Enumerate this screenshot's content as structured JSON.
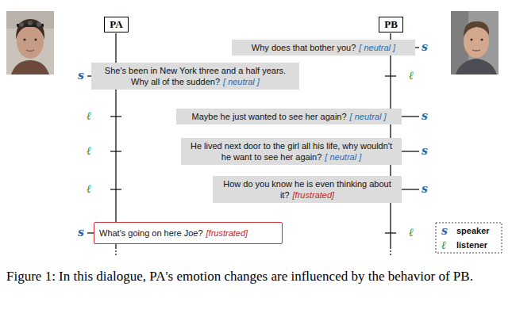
{
  "diagram": {
    "caption": "Figure 1: In this dialogue, PA's emotion changes are influenced by the behavior of PB.",
    "nodes": [
      {
        "text": [
          "PA"
        ]
      },
      {
        "text": [
          "PB"
        ]
      },
      {
        "text": [
          "Why does that bother you?",
          "[ neutral ]"
        ]
      },
      {
        "text": [
          "She's been in New York three and a half years. Why all of the sudden?",
          "[ neutral ]"
        ]
      },
      {
        "text": [
          "Maybe he just wanted to see her again?",
          "[ neutral ]"
        ]
      },
      {
        "text": [
          "He lived next door to the girl all his life, why wouldn't he want to see her again?",
          "[ neutral ]"
        ]
      },
      {
        "text": [
          "How do you know he is even thinking about it?",
          "[frustrated]"
        ]
      },
      {
        "text": [
          "What's going on here Joe?",
          "[frustrated]"
        ]
      }
    ],
    "labels": [
      "s",
      "s",
      "ℓ",
      "ℓ",
      "s",
      "ℓ",
      "s",
      "ℓ",
      "s",
      "s",
      "ℓ",
      "s",
      "ℓ"
    ],
    "legend": [
      {
        "text": "speaker"
      },
      {
        "text": "listener"
      }
    ]
  }
}
